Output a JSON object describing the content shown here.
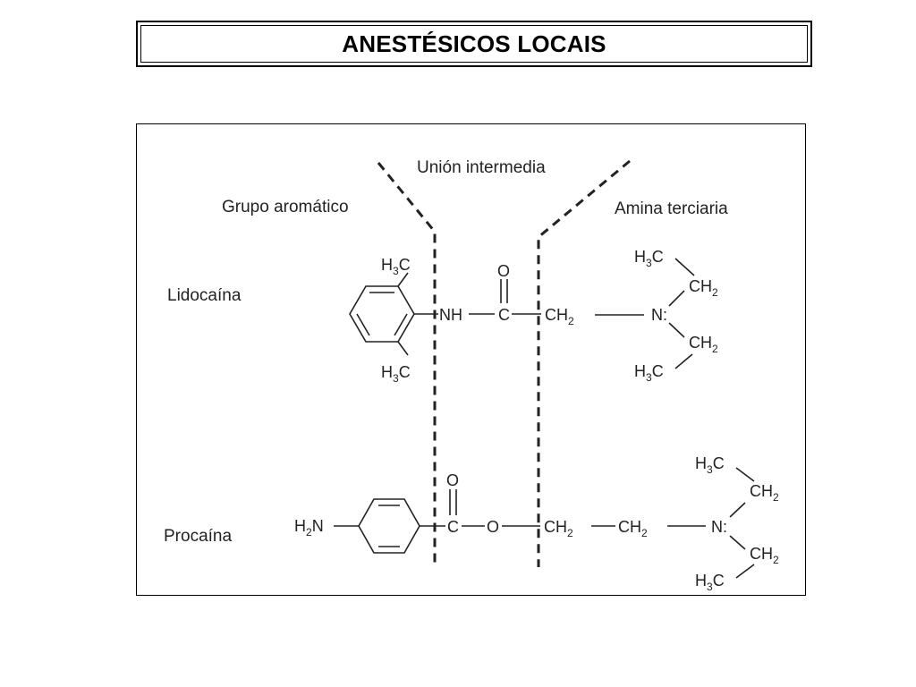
{
  "title": "ANESTÉSICOS LOCAIS",
  "regions": {
    "aromatic": "Grupo aromático",
    "intermediate": "Unión intermedia",
    "amine": "Amina terciaria"
  },
  "lidocaine": {
    "name": "Lidocaína",
    "methyl_top": {
      "main": "H",
      "sub": "3",
      "tail": "C"
    },
    "methyl_bottom": {
      "main": "H",
      "sub": "3",
      "tail": "C"
    },
    "nh": "NH",
    "carbonyl_c": "C",
    "carbonyl_o": "O",
    "ch2": {
      "main": "CH",
      "sub": "2"
    },
    "nitrogen": "N:",
    "ethyl_top_ch3": {
      "main": "H",
      "sub": "3",
      "tail": "C"
    },
    "ethyl_top_ch2": {
      "main": "CH",
      "sub": "2"
    },
    "ethyl_bottom_ch2": {
      "main": "CH",
      "sub": "2"
    },
    "ethyl_bottom_ch3": {
      "main": "H",
      "sub": "3",
      "tail": "C"
    }
  },
  "procaine": {
    "name": "Procaína",
    "amine_group": {
      "main": "H",
      "sub": "2",
      "tail": "N"
    },
    "carbonyl_c": "C",
    "carbonyl_o": "O",
    "ester_o": "O",
    "ch2_a": {
      "main": "CH",
      "sub": "2"
    },
    "ch2_b": {
      "main": "CH",
      "sub": "2"
    },
    "nitrogen": "N:",
    "ethyl_top_ch3": {
      "main": "H",
      "sub": "3",
      "tail": "C"
    },
    "ethyl_top_ch2": {
      "main": "CH",
      "sub": "2"
    },
    "ethyl_bottom_ch2": {
      "main": "CH",
      "sub": "2"
    },
    "ethyl_bottom_ch3": {
      "main": "H",
      "sub": "3",
      "tail": "C"
    }
  }
}
